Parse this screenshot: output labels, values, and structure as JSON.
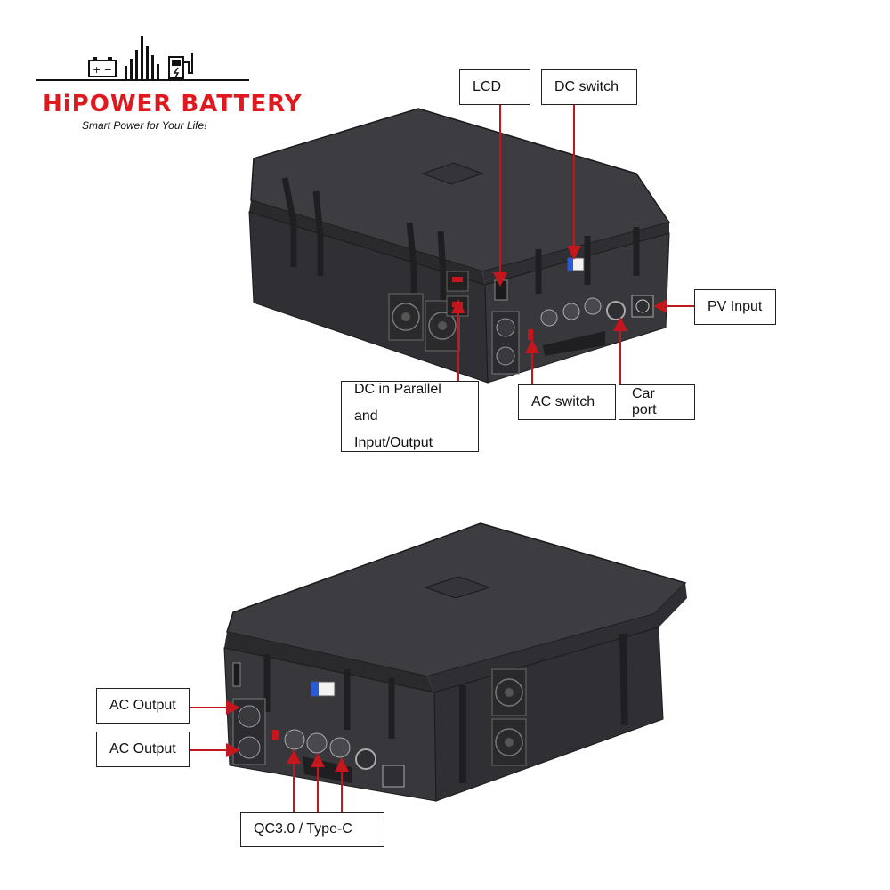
{
  "brand": {
    "name": "HiPOWER BATTERY",
    "tagline": "Smart Power for Your Life!",
    "accent_color": "#e0191f",
    "icons": [
      "battery-icon",
      "signal-bars-icon",
      "charging-station-icon"
    ]
  },
  "diagram_top": {
    "callouts": {
      "lcd": "LCD",
      "dc_switch": "DC switch",
      "pv_input": "PV Input",
      "dc_parallel_line1": "DC in Parallel and",
      "dc_parallel_line2": "Input/Output",
      "ac_switch": "AC switch",
      "car_port": "Car port"
    }
  },
  "diagram_bottom": {
    "callouts": {
      "ac_output_1": "AC Output",
      "ac_output_2": "AC Output",
      "qc_typec": "QC3.0 / Type-C"
    }
  },
  "colors": {
    "case": "#3a3a3e",
    "case_dark": "#232326",
    "case_light": "#56565b",
    "leader_line": "#c4161c"
  }
}
